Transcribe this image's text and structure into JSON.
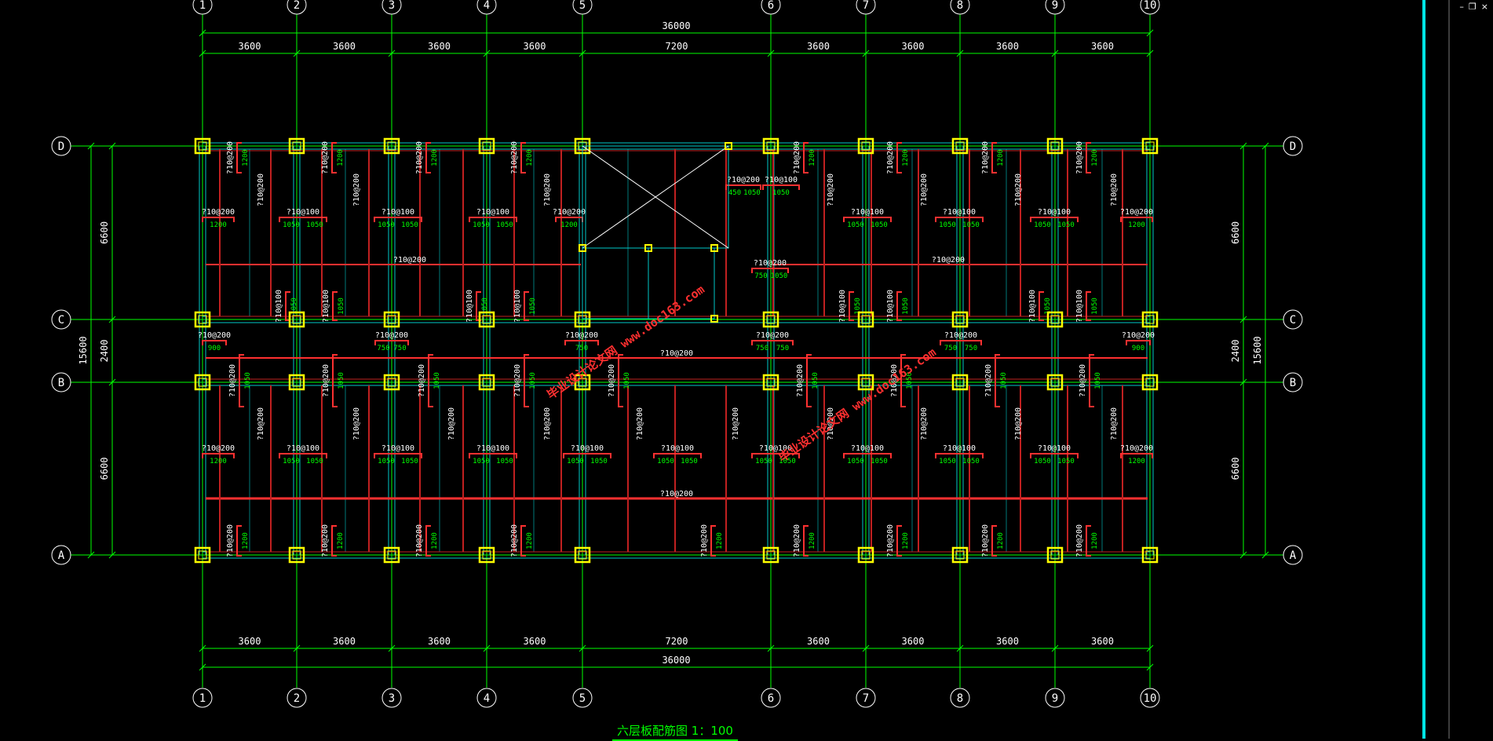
{
  "drawing": {
    "title": "六层板配筋图 1：100",
    "watermark": "毕业设计论文网 www.doc163.com",
    "colors": {
      "background": "#000000",
      "axis": "#00ff00",
      "rebar": "#ff3030",
      "rebar_dark": "#c02020",
      "column": "#ffff00",
      "beam": "#00c8c8",
      "text": "#ffffff",
      "dim_text": "#ffffff",
      "rebar_len": "#00ff00",
      "watermark": "#ff3030"
    },
    "axes_x": [
      "1",
      "2",
      "3",
      "4",
      "5",
      "6",
      "7",
      "8",
      "9",
      "10"
    ],
    "axes_y": [
      "D",
      "C",
      "B",
      "A"
    ],
    "dims": {
      "top_total": "36000",
      "top_spans": [
        "3600",
        "3600",
        "3600",
        "3600",
        "7200",
        "3600",
        "3600",
        "3600",
        "3600"
      ],
      "bottom_total": "36000",
      "bottom_spans": [
        "3600",
        "3600",
        "3600",
        "3600",
        "7200",
        "3600",
        "3600",
        "3600",
        "3600"
      ],
      "left_total": "15600",
      "left_spans": [
        "6600",
        "2400",
        "6600"
      ],
      "right_total": "15600",
      "right_spans": [
        "6600",
        "2400",
        "6600"
      ]
    },
    "rebar_labels": {
      "r200": "?10@200",
      "r100": "?10@100",
      "len1200": "1200",
      "len1050": "1050",
      "len750": "750",
      "len900": "900",
      "len450": "450"
    }
  },
  "window": {
    "minimize": "–",
    "restore": "❐",
    "close": "×"
  }
}
